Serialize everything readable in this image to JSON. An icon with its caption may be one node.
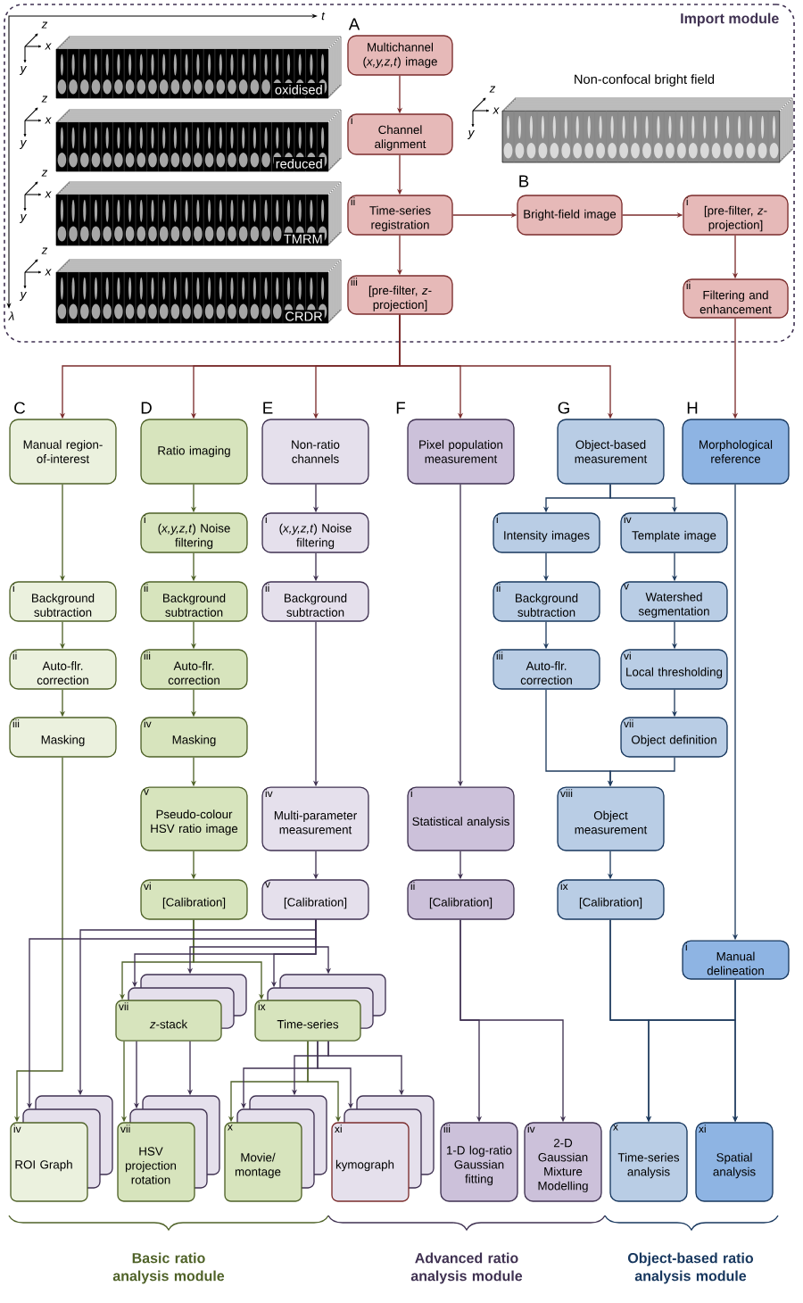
{
  "diagram": {
    "nodes": [
      {
        "text": [
          "Import module"
        ]
      },
      {
        "text": [
          "Multichannel (*x,y,z,t*) image"
        ],
        "in": 0,
        "beside": [
          "A"
        ]
      },
      {
        "text": [
          "i",
          "Channel alignment"
        ],
        "in": 0
      },
      {
        "text": [
          "ii",
          "Time-series registration"
        ],
        "in": 0
      },
      {
        "text": [
          "iii",
          "[pre-filter, *z*-projection]"
        ],
        "in": 0
      },
      {
        "text": [
          "Bright-field image"
        ],
        "in": 0,
        "beside": [
          "B"
        ]
      },
      {
        "text": [
          "i",
          "[pre-filter, *z*-projection]"
        ],
        "in": 0
      },
      {
        "text": [
          "ii",
          "Filtering and enhancement"
        ],
        "in": 0
      },
      {
        "text": [
          "Manual region-of-interest"
        ],
        "beside": [
          "C"
        ]
      },
      {
        "text": [
          "i",
          "Background subtraction"
        ]
      },
      {
        "text": [
          "ii",
          "Auto-flr. correction"
        ]
      },
      {
        "text": [
          "iii",
          "Masking"
        ]
      },
      {
        "text": [
          "Ratio imaging"
        ],
        "beside": [
          "D"
        ]
      },
      {
        "text": [
          "i",
          "(*x,y,z,t*) Noise filtering"
        ]
      },
      {
        "text": [
          "ii",
          "Background subtraction"
        ]
      },
      {
        "text": [
          "iii",
          "Auto-flr. correction"
        ]
      },
      {
        "text": [
          "iv",
          "Masking"
        ]
      },
      {
        "text": [
          "v",
          "Pseudo-colour HSV ratio image"
        ]
      },
      {
        "text": [
          "vi",
          "[Calibration]"
        ]
      },
      {
        "text": [
          "Non-ratio channels"
        ],
        "beside": [
          "E"
        ]
      },
      {
        "text": [
          "i",
          "(*x,y,z,t*) Noise filtering"
        ]
      },
      {
        "text": [
          "ii",
          "Background subtraction"
        ]
      },
      {
        "text": [
          "iv",
          "Multi-parameter measurement"
        ]
      },
      {
        "text": [
          "v",
          "[Calibration]"
        ]
      },
      {
        "text": [
          "Pixel population measurement"
        ],
        "beside": [
          "F"
        ]
      },
      {
        "text": [
          "i",
          "Statistical analysis"
        ]
      },
      {
        "text": [
          "ii",
          "[Calibration]"
        ]
      },
      {
        "text": [
          "Object-based measurement"
        ],
        "beside": [
          "G"
        ]
      },
      {
        "text": [
          "i",
          "Intensity images"
        ]
      },
      {
        "text": [
          "ii",
          "Background subtraction"
        ]
      },
      {
        "text": [
          "iii",
          "Auto-flr. correction"
        ]
      },
      {
        "text": [
          "iv",
          "Template image"
        ]
      },
      {
        "text": [
          "v",
          "Watershed segmentation"
        ]
      },
      {
        "text": [
          "vi",
          "Local thresholding"
        ]
      },
      {
        "text": [
          "vii",
          "Object definition"
        ]
      },
      {
        "text": [
          "viii",
          "Object measurement"
        ]
      },
      {
        "text": [
          "ix",
          "[Calibration]"
        ]
      },
      {
        "text": [
          "Morphological reference"
        ],
        "beside": [
          "H"
        ]
      },
      {
        "text": [
          "i",
          "Manual delineation"
        ]
      },
      {
        "text": [],
        "shape": "box"
      },
      {
        "text": [],
        "shape": "box"
      },
      {
        "text": [
          "vii",
          "*z*-stack"
        ]
      },
      {
        "text": [],
        "shape": "box"
      },
      {
        "text": [],
        "shape": "box"
      },
      {
        "text": [
          "ix",
          "Time-series"
        ]
      },
      {
        "text": [],
        "shape": "box"
      },
      {
        "text": [],
        "shape": "box"
      },
      {
        "text": [
          "iv",
          "ROI Graph"
        ]
      },
      {
        "text": [],
        "shape": "box"
      },
      {
        "text": [],
        "shape": "box"
      },
      {
        "text": [
          "vii",
          "HSV projection rotation"
        ]
      },
      {
        "text": [],
        "shape": "box"
      },
      {
        "text": [],
        "shape": "box"
      },
      {
        "text": [
          "x",
          "Movie/ montage"
        ]
      },
      {
        "text": [],
        "shape": "box"
      },
      {
        "text": [],
        "shape": "box"
      },
      {
        "text": [
          "xi",
          "kymograph"
        ]
      },
      {
        "text": [
          "iii",
          "1-D log-ratio Gaussian fitting"
        ]
      },
      {
        "text": [
          "iv",
          "2-D Gaussian Mixture Modelling"
        ]
      },
      {
        "text": [
          "x",
          "Time-series analysis"
        ]
      },
      {
        "text": [
          "xi",
          "Spatial analysis"
        ]
      }
    ],
    "edges": [
      {
        "from": 1,
        "to": 2,
        "arrow": "to",
        "color": "#7b2c2c"
      },
      {
        "from": 2,
        "to": 3,
        "arrow": "to",
        "color": "#7b2c2c"
      },
      {
        "from": 3,
        "to": 4,
        "arrow": "to",
        "color": "#7b2c2c"
      },
      {
        "from": 3,
        "to": 5,
        "arrow": "to",
        "color": "#7b2c2c"
      },
      {
        "from": 5,
        "to": 6,
        "arrow": "to",
        "color": "#7b2c2c"
      },
      {
        "from": 6,
        "to": 7,
        "arrow": "to",
        "color": "#7b2c2c"
      },
      {
        "from": 4,
        "to": 8,
        "arrow": "to",
        "color": "#7b2c2c"
      },
      {
        "from": 4,
        "to": 12,
        "arrow": "to",
        "color": "#7b2c2c"
      },
      {
        "from": 4,
        "to": 19,
        "arrow": "to",
        "color": "#7b2c2c"
      },
      {
        "from": 4,
        "to": 24,
        "arrow": "to",
        "color": "#7b2c2c"
      },
      {
        "from": 4,
        "to": 27,
        "arrow": "to",
        "color": "#7b2c2c"
      },
      {
        "from": 7,
        "to": 37,
        "arrow": "to",
        "color": "#7b2c2c"
      },
      {
        "from": 8,
        "to": 9,
        "arrow": "to",
        "color": "#4f6228"
      },
      {
        "from": 9,
        "to": 10,
        "arrow": "to",
        "color": "#4f6228"
      },
      {
        "from": 10,
        "to": 11,
        "arrow": "to",
        "color": "#4f6228"
      },
      {
        "from": 11,
        "to": 47,
        "arrow": "to",
        "color": "#4f6228"
      },
      {
        "from": 12,
        "to": 13,
        "arrow": "to",
        "color": "#4f6228"
      },
      {
        "from": 13,
        "to": 14,
        "arrow": "to",
        "color": "#4f6228"
      },
      {
        "from": 14,
        "to": 15,
        "arrow": "to",
        "color": "#4f6228"
      },
      {
        "from": 15,
        "to": 16,
        "arrow": "to",
        "color": "#4f6228"
      },
      {
        "from": 16,
        "to": 17,
        "arrow": "to",
        "color": "#4f6228"
      },
      {
        "from": 17,
        "to": 18,
        "arrow": "to",
        "color": "#4f6228"
      },
      {
        "from": 18,
        "to": 41,
        "arrow": "to",
        "color": "#4f6228"
      },
      {
        "from": 18,
        "to": 44,
        "arrow": "to",
        "color": "#4f6228"
      },
      {
        "from": 41,
        "to": 50,
        "arrow": "to",
        "color": "#4f6228"
      },
      {
        "from": 44,
        "to": 53,
        "arrow": "to",
        "color": "#4f6228"
      },
      {
        "from": 44,
        "to": 56,
        "arrow": "to",
        "color": "#4f6228"
      },
      {
        "from": 19,
        "to": 20,
        "arrow": "to"
      },
      {
        "from": 20,
        "to": 21,
        "arrow": "to"
      },
      {
        "from": 21,
        "to": 22,
        "arrow": "to"
      },
      {
        "from": 22,
        "to": 23,
        "arrow": "to"
      },
      {
        "from": 23,
        "to": 45,
        "arrow": "to"
      },
      {
        "from": 23,
        "to": 46,
        "arrow": "to"
      },
      {
        "from": 23,
        "to": 39,
        "arrow": "to"
      },
      {
        "from": 23,
        "to": 42,
        "arrow": "to"
      },
      {
        "from": 23,
        "to": 40,
        "arrow": "to"
      },
      {
        "from": 23,
        "to": 43,
        "arrow": "to"
      },
      {
        "from": 41,
        "to": 48,
        "arrow": "to"
      },
      {
        "from": 41,
        "to": 49,
        "arrow": "to"
      },
      {
        "from": 44,
        "to": 51,
        "arrow": "to"
      },
      {
        "from": 44,
        "to": 54,
        "arrow": "to"
      },
      {
        "from": 44,
        "to": 52,
        "arrow": "to"
      },
      {
        "from": 44,
        "to": 55,
        "arrow": "to"
      },
      {
        "from": 24,
        "to": 25,
        "arrow": "to"
      },
      {
        "from": 25,
        "to": 26,
        "arrow": "to"
      },
      {
        "from": 26,
        "to": 57,
        "arrow": "to"
      },
      {
        "from": 26,
        "to": 58,
        "arrow": "to"
      },
      {
        "from": 27,
        "to": 28,
        "arrow": "to",
        "color": "#1f3b5e"
      },
      {
        "from": 27,
        "to": 31,
        "arrow": "to",
        "color": "#1f3b5e"
      },
      {
        "from": 28,
        "to": 29,
        "arrow": "to",
        "color": "#1f3b5e"
      },
      {
        "from": 29,
        "to": 30,
        "arrow": "to",
        "color": "#1f3b5e"
      },
      {
        "from": 31,
        "to": 32,
        "arrow": "to",
        "color": "#1f3b5e"
      },
      {
        "from": 32,
        "to": 33,
        "arrow": "to",
        "color": "#1f3b5e"
      },
      {
        "from": 33,
        "to": 34,
        "arrow": "to",
        "color": "#1f3b5e"
      },
      {
        "from": 30,
        "to": 35,
        "arrow": "to",
        "color": "#1f3b5e"
      },
      {
        "from": 34,
        "to": 35,
        "arrow": "to",
        "color": "#1f3b5e"
      },
      {
        "from": 35,
        "to": 36,
        "arrow": "to",
        "color": "#1f3b5e"
      },
      {
        "from": 36,
        "to": 59,
        "arrow": "to",
        "color": "#1f3b5e"
      },
      {
        "from": 36,
        "to": 60,
        "arrow": "to",
        "color": "#1f3b5e"
      },
      {
        "from": 37,
        "to": 38,
        "arrow": "to",
        "color": "#1f3b5e"
      },
      {
        "from": 38,
        "to": 60,
        "arrow": "to",
        "color": "#1f3b5e"
      },
      {
        "from": 38,
        "to": 59,
        "arrow": "to",
        "color": "#1f3b5e"
      }
    ],
    "labels": [
      "t",
      "z",
      "x",
      "y",
      "oxidised",
      "Non-confocal bright field",
      "z",
      "x",
      "y",
      "z",
      "x",
      "y",
      "reduced",
      "z",
      "x",
      "y",
      "TMRM",
      "z",
      "x",
      "y",
      "λ",
      "CRDR",
      "Basic ratio analysis module",
      "Advanced ratio analysis module",
      "Object-based ratio analysis module"
    ]
  }
}
